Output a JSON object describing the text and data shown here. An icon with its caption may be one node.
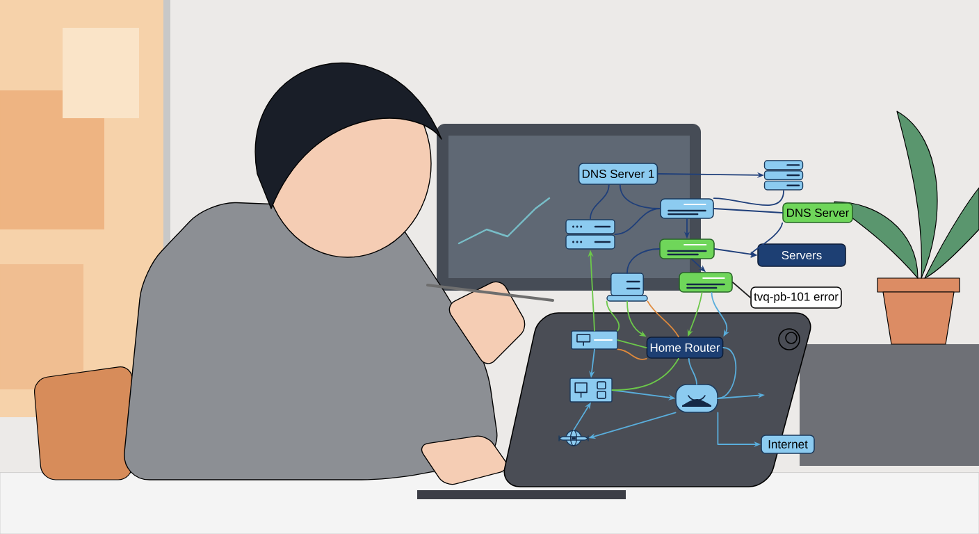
{
  "diagram": {
    "nodes": [
      {
        "text": [
          "DNS Server 1"
        ]
      },
      {
        "text": [],
        "shape": "picture"
      },
      {
        "text": [],
        "shape": "box"
      },
      {
        "text": [
          "DNS Server"
        ]
      },
      {
        "text": [],
        "shape": "picture"
      },
      {
        "text": [],
        "shape": "box"
      },
      {
        "text": [
          "Servers"
        ]
      },
      {
        "text": [],
        "shape": "picture"
      },
      {
        "text": [],
        "shape": "box"
      },
      {
        "text": [
          "tvq-pb-101 error"
        ]
      },
      {
        "text": [],
        "shape": "picture"
      },
      {
        "text": [
          "Home Router"
        ]
      },
      {
        "text": [],
        "shape": "picture"
      },
      {
        "text": [],
        "shape": "picture"
      },
      {
        "text": [],
        "shape": "picture"
      },
      {
        "text": [
          "Internet"
        ]
      }
    ],
    "edges": [
      {
        "from": 0,
        "to": 1,
        "arrow": "to"
      },
      {
        "from": 0,
        "to": 2,
        "arrow": "none"
      },
      {
        "from": 0,
        "to": 4,
        "arrow": "none"
      },
      {
        "from": 4,
        "to": 2,
        "arrow": "none"
      },
      {
        "from": 1,
        "to": 2,
        "arrow": "none"
      },
      {
        "from": 2,
        "to": 3,
        "arrow": "none"
      },
      {
        "from": 2,
        "to": 5,
        "arrow": "to"
      },
      {
        "from": 5,
        "to": 6,
        "arrow": "to"
      },
      {
        "from": 3,
        "to": 6,
        "arrow": "to"
      },
      {
        "from": 5,
        "to": 7,
        "arrow": "none"
      },
      {
        "from": 5,
        "to": 8,
        "arrow": "to"
      },
      {
        "from": 9,
        "to": 8,
        "arrow": "none",
        "color": "#222222"
      },
      {
        "from": 10,
        "to": 4,
        "arrow": "to",
        "color": "#6cc84a"
      },
      {
        "from": 7,
        "to": 11,
        "arrow": "to",
        "color": "#6cc84a"
      },
      {
        "from": 7,
        "to": 11,
        "arrow": "none",
        "color": "#e08a3c"
      },
      {
        "from": 8,
        "to": 11,
        "arrow": "to",
        "color": "#6cc84a"
      },
      {
        "from": 8,
        "to": 11,
        "arrow": "to",
        "color": "#5aaedc"
      },
      {
        "from": 7,
        "to": 10,
        "arrow": "none",
        "color": "#6cc84a"
      },
      {
        "from": 10,
        "to": 11,
        "arrow": "none",
        "color": "#6cc84a"
      },
      {
        "from": 10,
        "to": 11,
        "arrow": "none",
        "color": "#e08a3c"
      },
      {
        "from": 10,
        "to": 12,
        "arrow": "to",
        "color": "#5aaedc"
      },
      {
        "from": 12,
        "to": 13,
        "arrow": "to",
        "color": "#5aaedc"
      },
      {
        "from": 12,
        "to": 11,
        "arrow": "none",
        "color": "#6cc84a"
      },
      {
        "from": 11,
        "to": 13,
        "arrow": "none",
        "color": "#5aaedc"
      },
      {
        "from": 11,
        "to": 13,
        "arrow": "none",
        "color": "#5aaedc"
      },
      {
        "from": 13,
        "to": null,
        "arrow": "to",
        "color": "#5aaedc"
      },
      {
        "from": 13,
        "to": 14,
        "arrow": "to",
        "color": "#5aaedc"
      },
      {
        "from": 14,
        "to": 12,
        "arrow": "to",
        "color": "#5aaedc"
      },
      {
        "from": 13,
        "to": 15,
        "arrow": "to",
        "color": "#5aaedc"
      }
    ]
  }
}
